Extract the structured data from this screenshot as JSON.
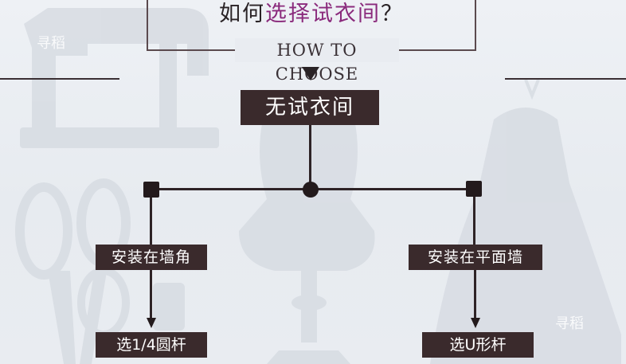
{
  "title": {
    "part1": "如何",
    "part2": "选择试衣间",
    "part3": "？",
    "subtitle": "HOW TO CHOOSE"
  },
  "nodes": {
    "root": "无试衣间",
    "left_option": "安装在墙角",
    "right_option": "安装在平面墙",
    "left_result": "选1/4圆杆",
    "right_result": "选U形杆"
  },
  "watermarks": [
    "寻稻",
    "寻稻"
  ],
  "colors": {
    "box": "#3a2a2c",
    "accent_title": "#8a2a7c",
    "line": "#2e2326"
  }
}
